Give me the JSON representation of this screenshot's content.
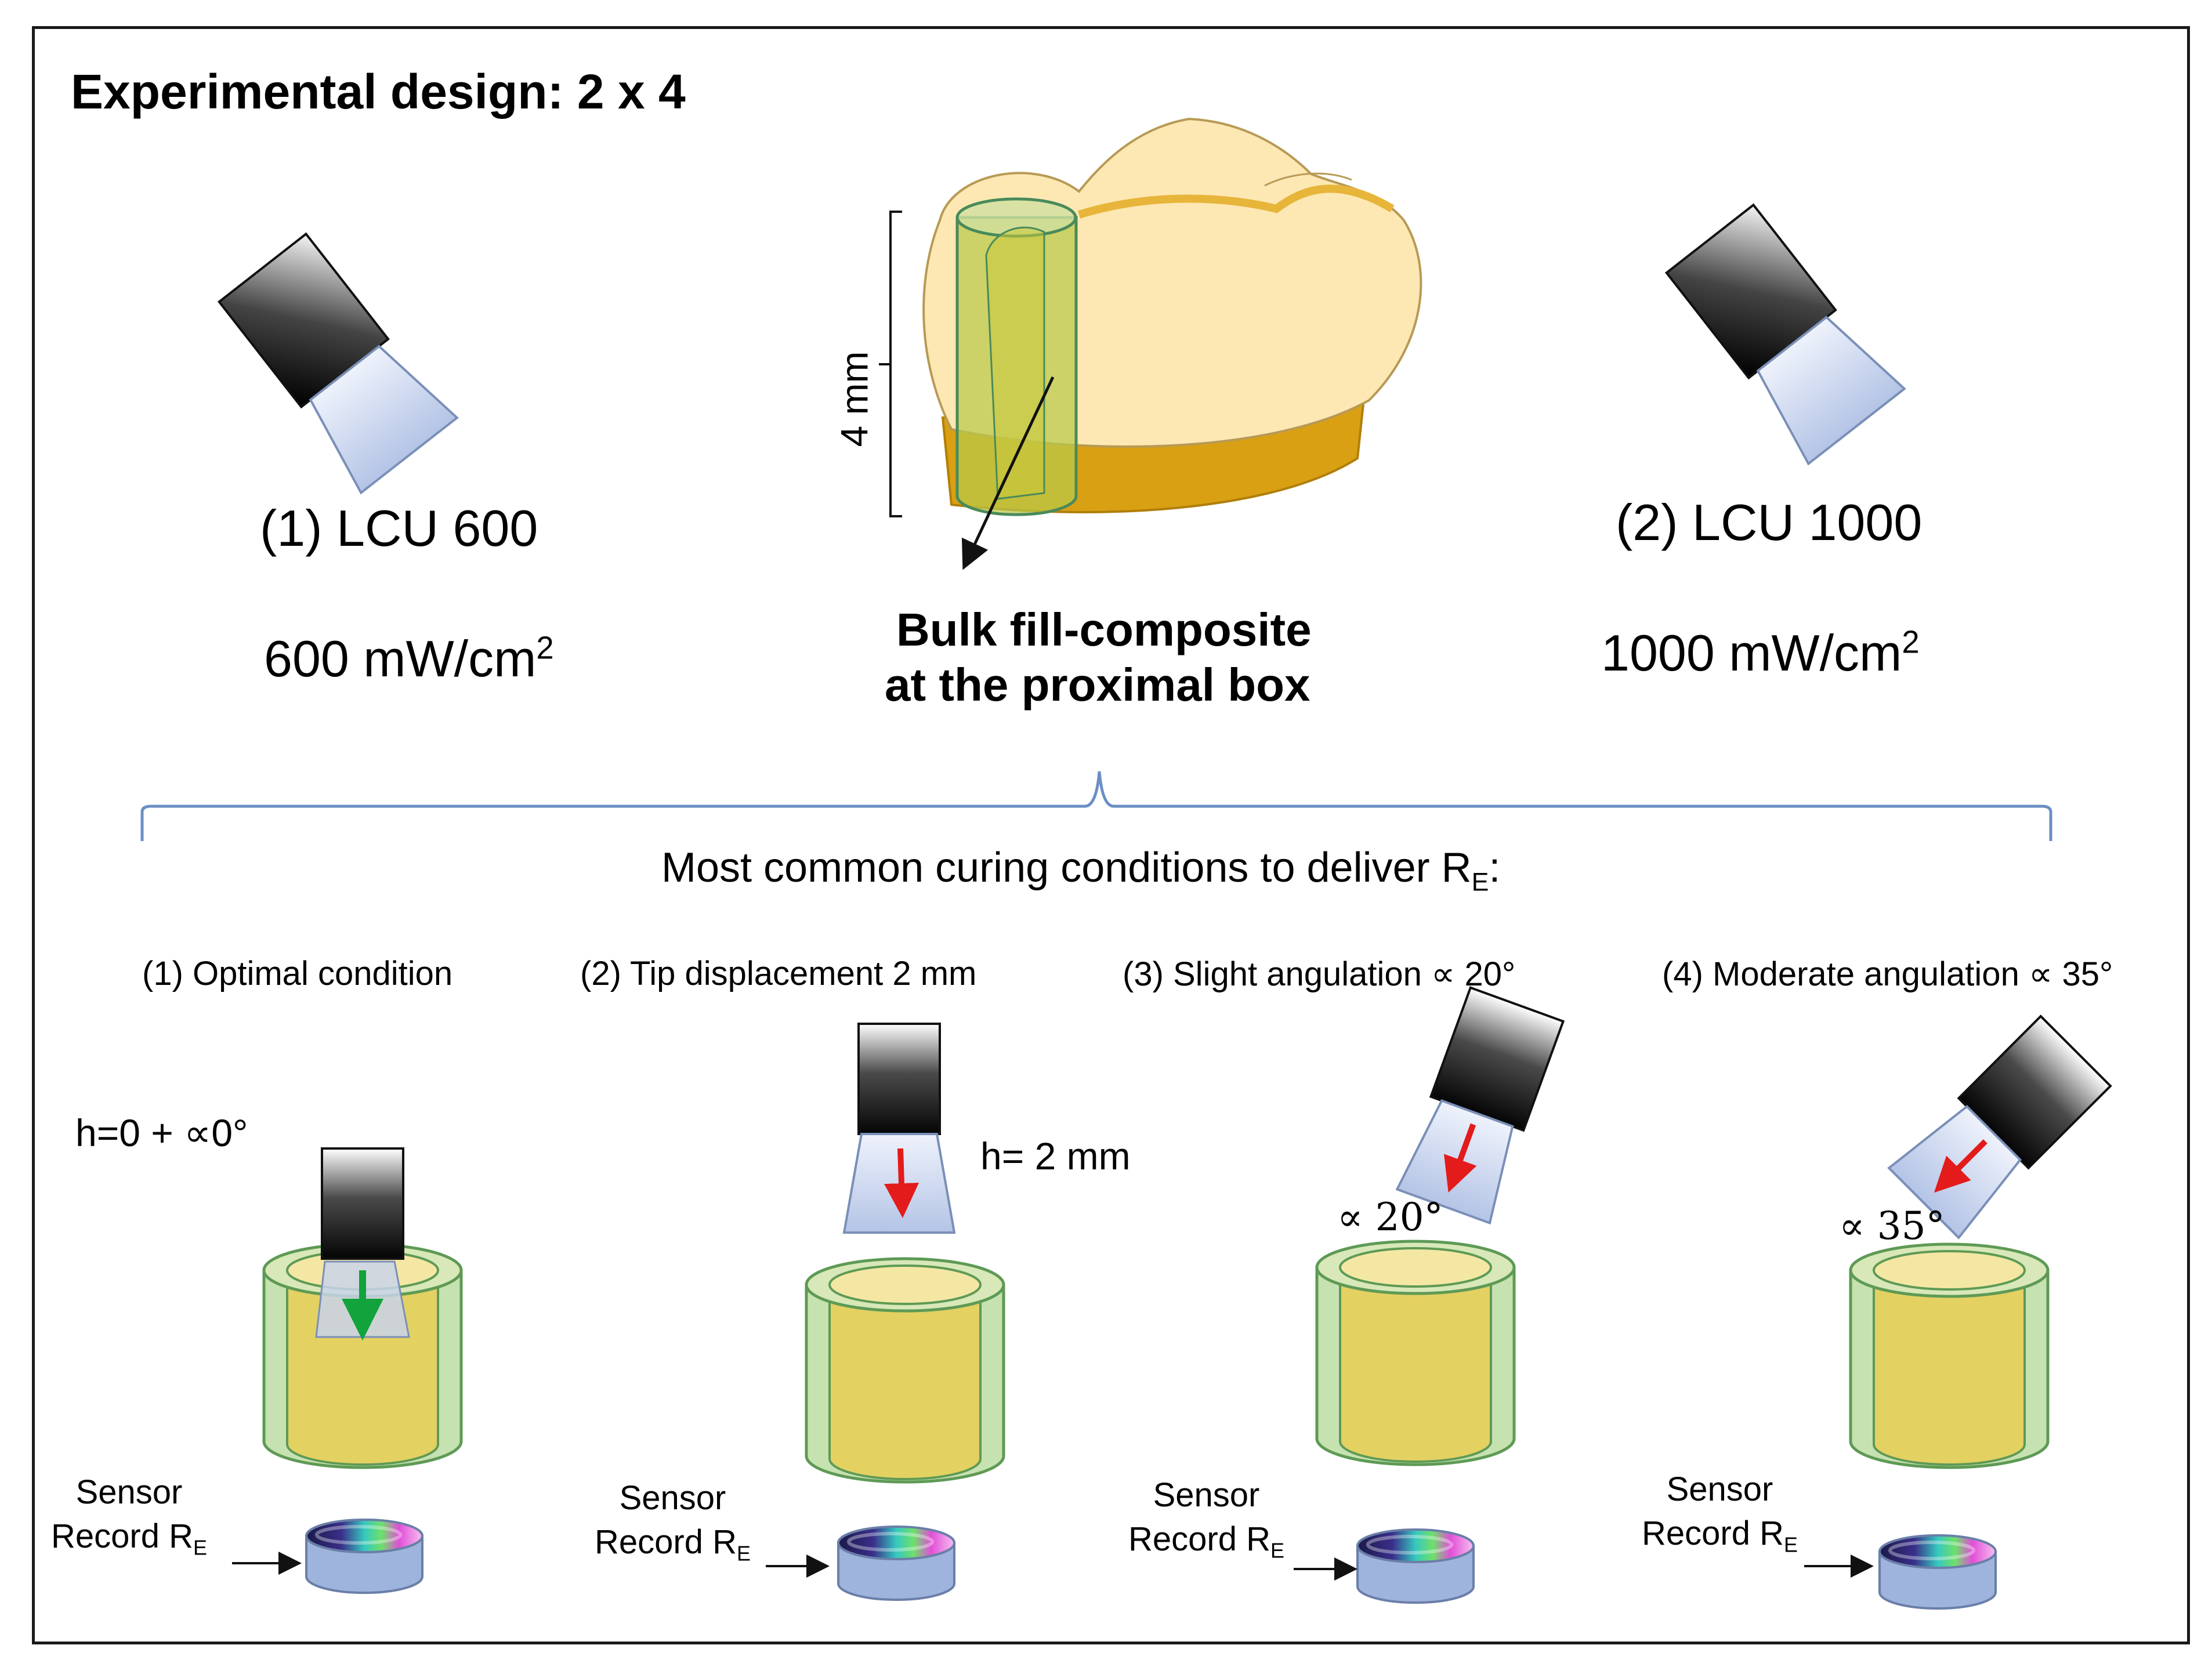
{
  "title": "Experimental design: 2 x 4",
  "lcu_left": {
    "name": "(1)  LCU 600",
    "irradiance": "600 mW/cm",
    "irradiance_sup": "2"
  },
  "lcu_right": {
    "name": "(2) LCU 1000",
    "irradiance": "1000 mW/cm",
    "irradiance_sup": "2"
  },
  "tooth": {
    "depth_label": "4 mm",
    "caption_line1": "Bulk fill-composite",
    "caption_line2": "at the proximal box"
  },
  "subtitle": {
    "text": "Most common  curing conditions to deliver R",
    "sub": "E",
    "suffix": ":"
  },
  "conditions": [
    {
      "label": "(1) Optimal condition",
      "annotation": "h=0 + ∝0°",
      "sensor_line1": "Sensor",
      "sensor_line2": "Record R",
      "sensor_sub": "E"
    },
    {
      "label": "(2) Tip displacement 2 mm",
      "annotation": "h= 2 mm",
      "sensor_line1": "Sensor",
      "sensor_line2": "Record R",
      "sensor_sub": "E"
    },
    {
      "label": "(3) Slight angulation  ∝ 20°",
      "annotation": "∝ 20°",
      "sensor_line1": "Sensor",
      "sensor_line2": "Record R",
      "sensor_sub": "E"
    },
    {
      "label": "(4) Moderate angulation  ∝ 35°",
      "annotation": "∝ 35°",
      "sensor_line1": "Sensor",
      "sensor_line2": "Record R",
      "sensor_sub": "E"
    }
  ],
  "colors": {
    "tooth_enamel": "#fde8b4",
    "tooth_root": "#d9a014",
    "composite": "#b8c94a",
    "mold_outer": "#c6e2b0",
    "mold_inner": "#e3d162",
    "sensor_body": "#9fb4dc",
    "brace": "#6a8fc4",
    "optimal_arrow": "#12a33c",
    "off_arrow": "#e31b1b"
  }
}
